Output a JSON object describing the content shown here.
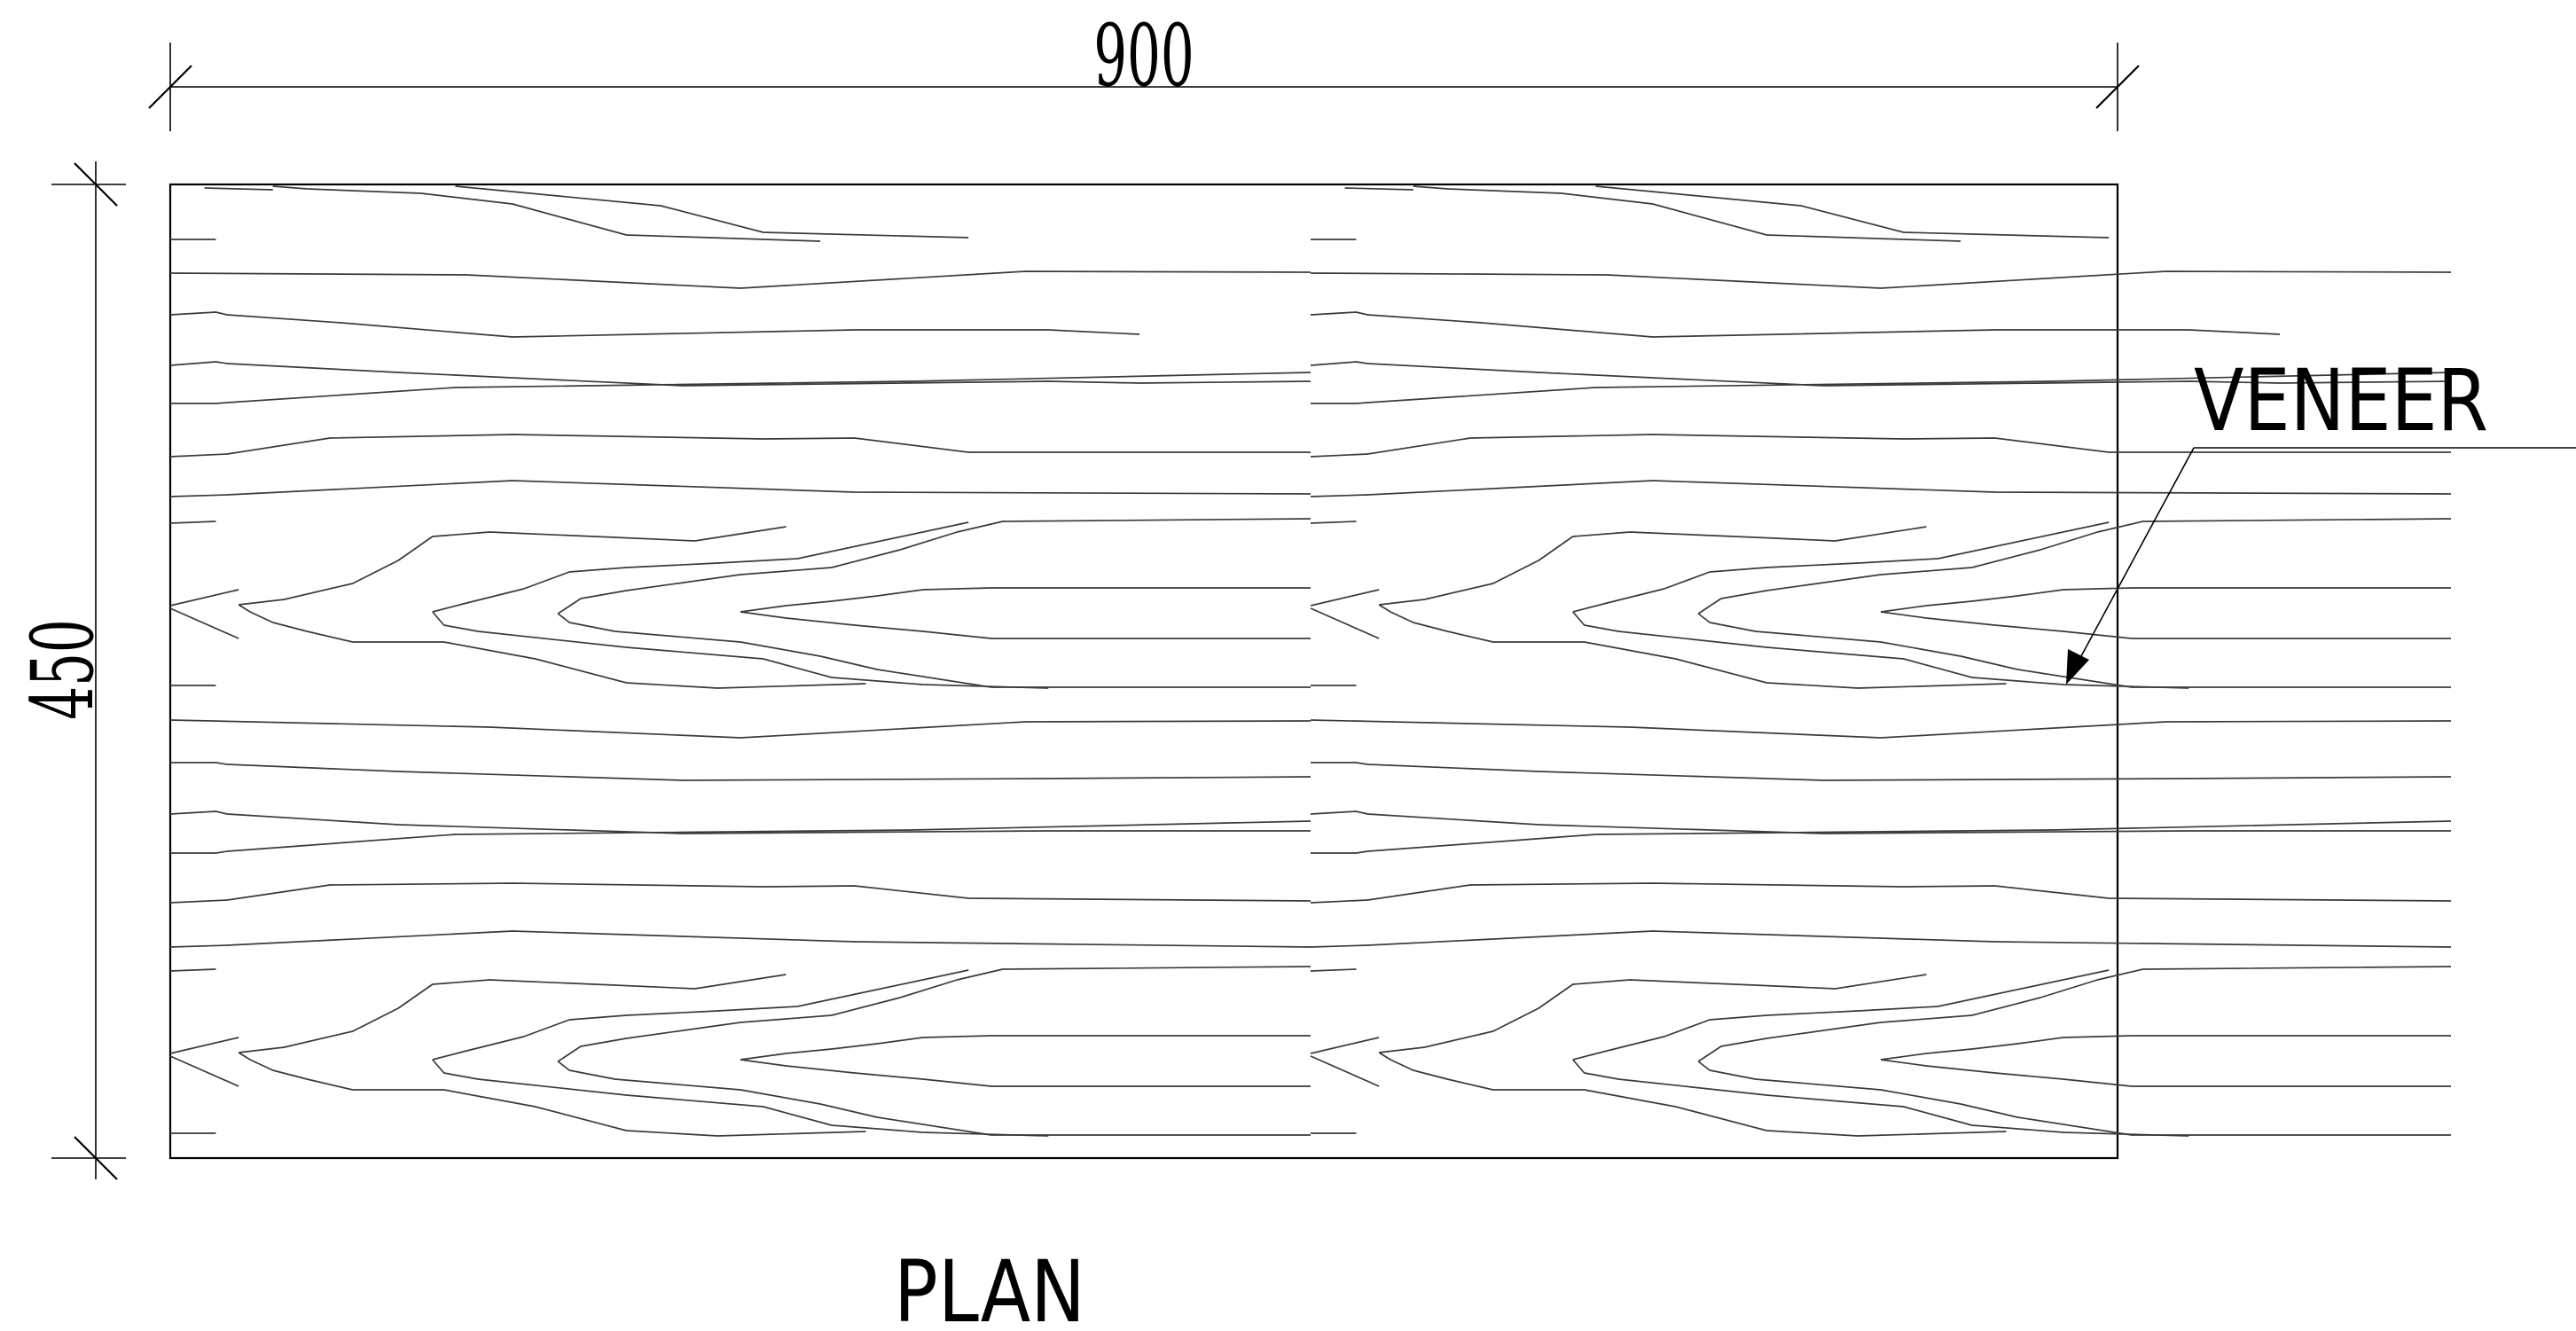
{
  "drawing": {
    "width_dimension": "900",
    "height_dimension": "450",
    "material_label": "VENEER",
    "view_title": "PLAN",
    "colors": {
      "background": "#ffffff",
      "line": "#000000",
      "grain": "#3a3a3a"
    }
  }
}
